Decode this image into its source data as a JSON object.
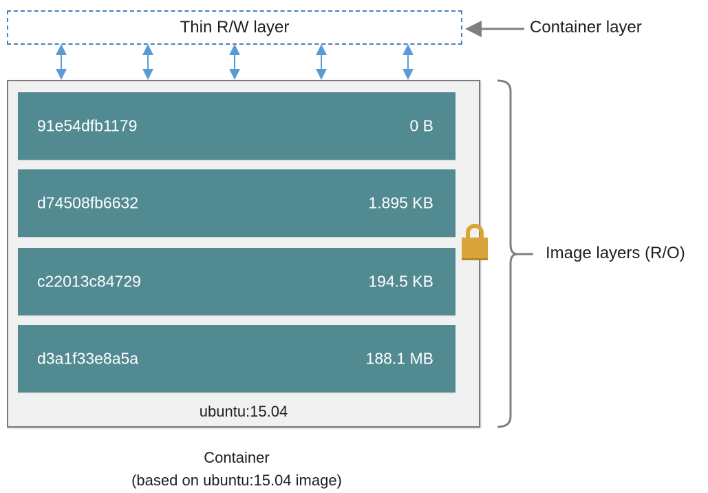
{
  "container_layer": {
    "box_label": "Thin R/W layer",
    "side_label": "Container layer",
    "connector_count": 5
  },
  "image": {
    "name": "ubuntu:15.04",
    "layers": [
      {
        "id": "91e54dfb1179",
        "size": "0 B"
      },
      {
        "id": "d74508fb6632",
        "size": "1.895 KB"
      },
      {
        "id": "c22013c84729",
        "size": "194.5 KB"
      },
      {
        "id": "d3a1f33e8a5a",
        "size": "188.1 MB"
      }
    ],
    "side_label": "Image layers (R/O)",
    "lock_icon": "padlock-icon"
  },
  "caption": {
    "line1": "Container",
    "line2": "(based on ubuntu:15.04 image)"
  },
  "colors": {
    "layer_fill": "#528a92",
    "dashed_border": "#4a7fb5",
    "connector_arrows": "#5b9bd5",
    "lock": "#d9a53a",
    "brace_and_pointer": "#808080"
  }
}
